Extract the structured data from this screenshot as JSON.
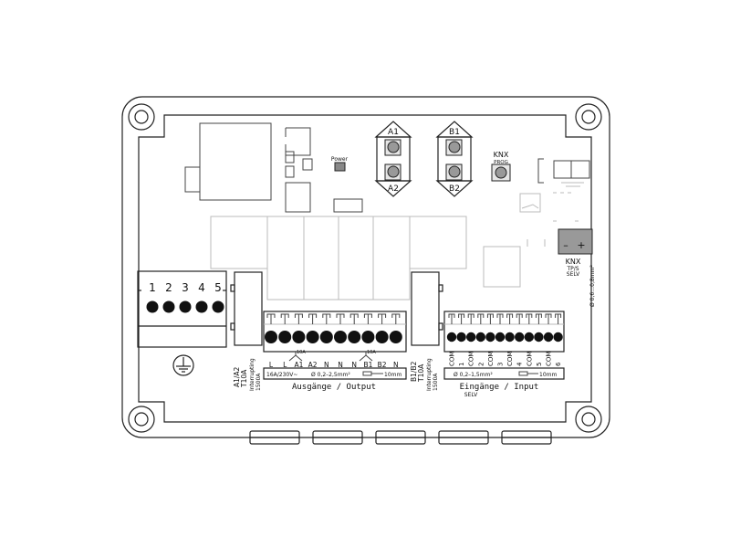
{
  "buttons": {
    "a1": "A1",
    "a2": "A2",
    "b1": "B1",
    "b2": "B2",
    "knx": "KNX",
    "prog": "PROG"
  },
  "power_label": "Power",
  "terminal_block": {
    "numbers": [
      "1",
      "2",
      "3",
      "4",
      "5"
    ]
  },
  "fuse_a": {
    "label": "A1/A2",
    "rating": "T10A",
    "note": "Interrupting",
    "capacity": "1500A"
  },
  "fuse_b": {
    "label": "B1/B2",
    "rating": "T10A",
    "note": "Interrupting",
    "capacity": "1500A"
  },
  "outputs": {
    "terminals": [
      "L",
      "L",
      "A1",
      "A2",
      "N",
      "N",
      "N",
      "B1",
      "B2",
      "N"
    ],
    "load_a": "10A",
    "load_b": "10A",
    "rating": "16A/230V~",
    "wire": "Ø 0,2–2,5mm²",
    "strip": "10mm",
    "title": "Ausgänge / Output"
  },
  "inputs": {
    "terminals": [
      "COM",
      "1",
      "COM",
      "2",
      "COM",
      "3",
      "COM",
      "4",
      "COM",
      "5",
      "COM",
      "6"
    ],
    "wire": "Ø 0,2–1,5mm²",
    "strip": "10mm",
    "title": "Eingänge / Input",
    "sub": "SELV"
  },
  "knx_connector": {
    "minus": "–",
    "plus": "+",
    "label": "KNX",
    "sub1": "TP/S",
    "sub2": "SELV",
    "wire": "Ø 0,6…0,8mm²"
  }
}
